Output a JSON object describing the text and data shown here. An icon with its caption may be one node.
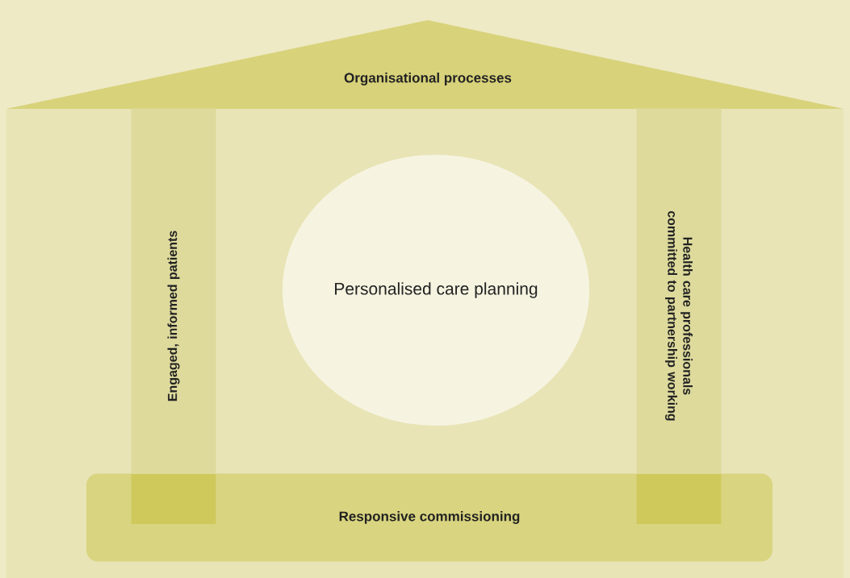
{
  "diagram": {
    "nodes": [
      {
        "text": [
          "Organisational processes"
        ]
      },
      {
        "text": [
          "Engaged, informed patients"
        ]
      },
      {
        "text": [
          "Personalised care planning"
        ]
      },
      {
        "text": [
          "Health care professionals committed to partnership working"
        ]
      },
      {
        "text": [
          "Responsive commissioning"
        ]
      }
    ]
  }
}
